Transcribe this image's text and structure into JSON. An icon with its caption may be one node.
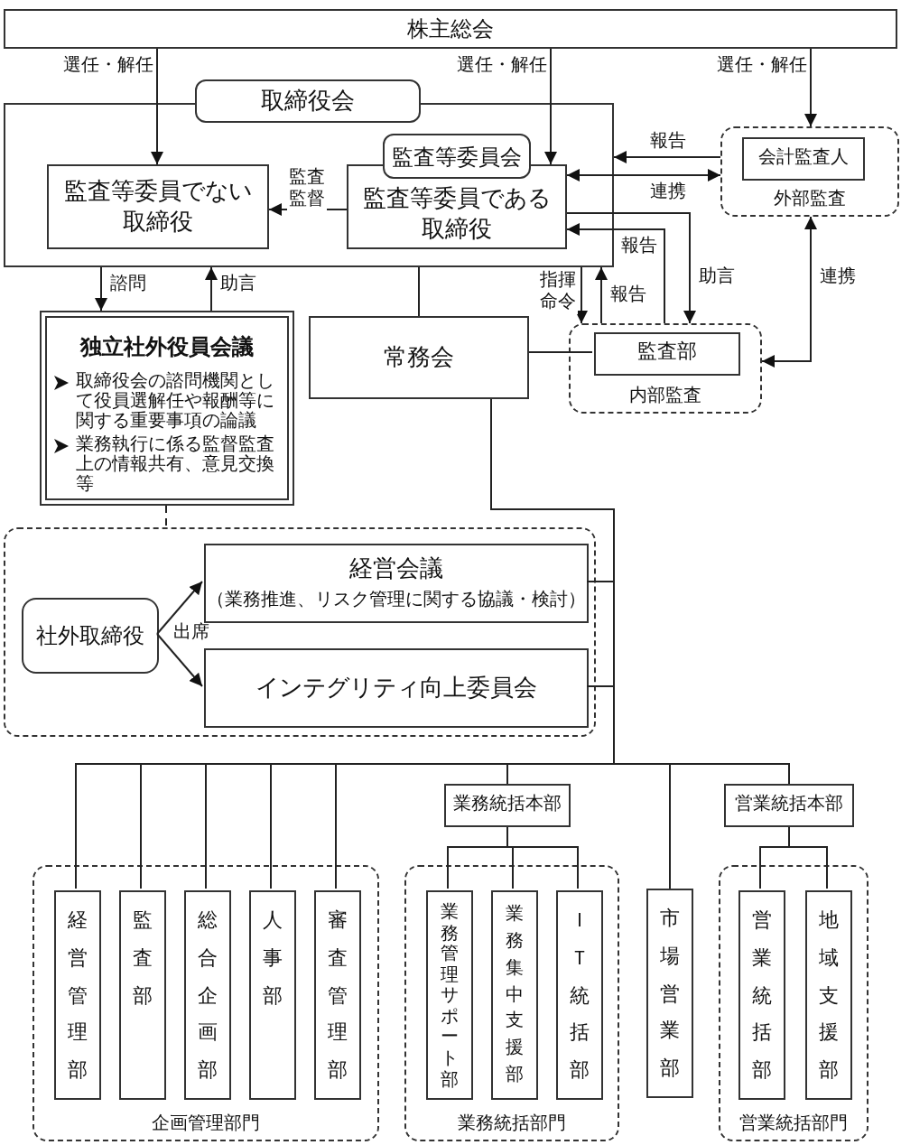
{
  "diagram": {
    "nodes": [
      {
        "text": [
          "株主総会"
        ]
      },
      {
        "text": [
          "取締役会"
        ]
      },
      {
        "text": [
          "監査等委員でない取締役"
        ],
        "in": 1
      },
      {
        "text": [
          "監査等委員会"
        ],
        "in": 1
      },
      {
        "text": [
          "監査等委員である取締役"
        ],
        "in": 1
      },
      {
        "text": [
          "外部監査"
        ]
      },
      {
        "text": [
          "会計監査人"
        ],
        "in": 5
      },
      {
        "text": [
          "独立社外役員会議",
          "取締役会の諮問機関として役員選解任や報酬等に関する重要事項の論議",
          "業務執行に係る監督監査上の情報共有、意見交換等"
        ]
      },
      {
        "text": [
          "常務会"
        ]
      },
      {
        "text": [
          "内部監査"
        ]
      },
      {
        "text": [
          "監査部"
        ],
        "in": 9
      },
      {
        "text": [],
        "shape": "box"
      },
      {
        "text": [
          "社外取締役"
        ],
        "in": 11
      },
      {
        "text": [
          "経営会議",
          "（業務推進、リスク管理に関する協議・検討）"
        ],
        "in": 11
      },
      {
        "text": [
          "インテグリティ向上委員会"
        ],
        "in": 11
      },
      {
        "text": [
          "企画管理部門"
        ]
      },
      {
        "text": [
          "経営管理部"
        ],
        "in": 15
      },
      {
        "text": [
          "監査部"
        ],
        "in": 15
      },
      {
        "text": [
          "総合企画部"
        ],
        "in": 15
      },
      {
        "text": [
          "人事部"
        ],
        "in": 15
      },
      {
        "text": [
          "審査管理部"
        ],
        "in": 15
      },
      {
        "text": [
          "業務統括本部"
        ]
      },
      {
        "text": [
          "業務統括部門"
        ]
      },
      {
        "text": [
          "業務管理サポート部"
        ],
        "in": 22
      },
      {
        "text": [
          "業務集中支援部"
        ],
        "in": 22
      },
      {
        "text": [
          "ＩＴ統括部"
        ],
        "in": 22
      },
      {
        "text": [
          "市場営業部"
        ]
      },
      {
        "text": [
          "営業統括本部"
        ]
      },
      {
        "text": [
          "営業統括部門"
        ]
      },
      {
        "text": [
          "営業統括部"
        ],
        "in": 28
      },
      {
        "text": [
          "地域支援部"
        ],
        "in": 28
      }
    ],
    "edges": [
      {
        "from": 0,
        "to": 2,
        "arrow": "to",
        "label": "選任・解任"
      },
      {
        "from": 0,
        "to": 4,
        "arrow": "to",
        "label": "選任・解任"
      },
      {
        "from": 0,
        "to": 5,
        "arrow": "to",
        "label": "選任・解任"
      },
      {
        "from": 4,
        "to": 2,
        "arrow": "to",
        "label": "監査監督"
      },
      {
        "from": 5,
        "to": 1,
        "arrow": "to",
        "label": "報告"
      },
      {
        "from": 4,
        "to": 5,
        "arrow": "both",
        "label": "連携"
      },
      {
        "from": 9,
        "to": 4,
        "arrow": "to",
        "label": "報告"
      },
      {
        "from": 4,
        "to": 9,
        "arrow": "to",
        "label": "助言"
      },
      {
        "from": 1,
        "to": 9,
        "arrow": "to",
        "label": "指揮命令"
      },
      {
        "from": 9,
        "to": 1,
        "arrow": "to",
        "label": "報告"
      },
      {
        "from": 5,
        "to": 9,
        "arrow": "both",
        "label": "連携"
      },
      {
        "from": 1,
        "to": 7,
        "arrow": "to",
        "label": "諮問"
      },
      {
        "from": 7,
        "to": 1,
        "arrow": "to",
        "label": "助言"
      },
      {
        "from": 1,
        "to": 8,
        "arrow": "none"
      },
      {
        "from": 8,
        "to": 10,
        "arrow": "none"
      },
      {
        "from": 7,
        "to": 11,
        "arrow": "none",
        "style": "dashed"
      },
      {
        "from": 12,
        "to": 13,
        "arrow": "to",
        "label": "出席"
      },
      {
        "from": 12,
        "to": 14,
        "arrow": "to"
      },
      {
        "from": 8,
        "to": 13,
        "arrow": "none"
      },
      {
        "from": 8,
        "to": 14,
        "arrow": "none"
      },
      {
        "from": 8,
        "to": 16,
        "arrow": "none"
      },
      {
        "from": 8,
        "to": 17,
        "arrow": "none"
      },
      {
        "from": 8,
        "to": 18,
        "arrow": "none"
      },
      {
        "from": 8,
        "to": 19,
        "arrow": "none"
      },
      {
        "from": 8,
        "to": 20,
        "arrow": "none"
      },
      {
        "from": 8,
        "to": 21,
        "arrow": "none"
      },
      {
        "from": 8,
        "to": 26,
        "arrow": "none"
      },
      {
        "from": 8,
        "to": 27,
        "arrow": "none"
      },
      {
        "from": 21,
        "to": 23,
        "arrow": "none"
      },
      {
        "from": 21,
        "to": 24,
        "arrow": "none"
      },
      {
        "from": 21,
        "to": 25,
        "arrow": "none"
      },
      {
        "from": 27,
        "to": 29,
        "arrow": "none"
      },
      {
        "from": 27,
        "to": 30,
        "arrow": "none"
      }
    ]
  }
}
